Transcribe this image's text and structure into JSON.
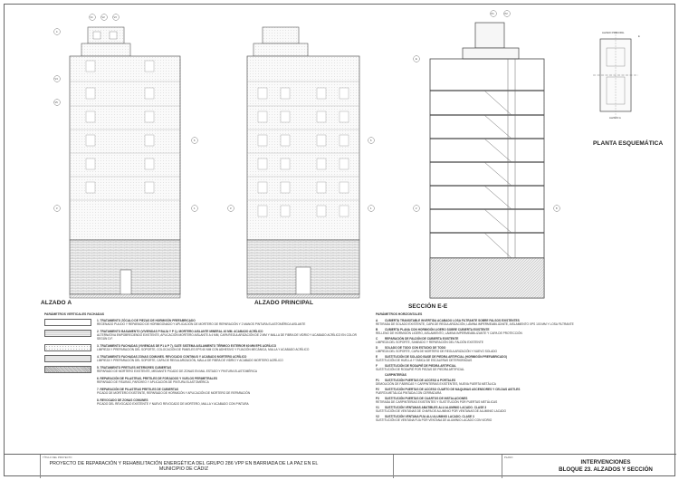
{
  "drawing_labels": {
    "alzado_a": "ALZADO A",
    "alzado_principal": "ALZADO PRINCIPAL",
    "seccion_ee": "SECCIÓN E-E",
    "planta_esquematica": "PLANTA ESQUEMÁTICA",
    "alzado_principal_small": "ALZADO PRINCIPAL",
    "alzado_a_small": "ALZADO A",
    "plan_marker": "E"
  },
  "markers": {
    "numbers": [
      "1",
      "2",
      "3",
      "4",
      "5",
      "6",
      "7",
      "8",
      "9",
      "10"
    ],
    "v_codes": [
      "V1",
      "V2",
      "V3",
      "V4",
      "V5"
    ],
    "p_codes": [
      "P1",
      "P2",
      "P3"
    ]
  },
  "legend_left": {
    "heading": "PARÁMETROS VERTICALES FACHADAS",
    "items": [
      {
        "title": "1. TRATAMIENTO ZÓCALO DE PIEZAS DE HORMIGÓN PREFABRICADO",
        "desc": "REGENADO PULIDO Y REPARADO DE HORMIGONADO Y APLICACIÓN DE MORTERO DE REPARACIÓN Y 2 MANOS PINTURA ELASTOMÉRICA AISLANTE"
      },
      {
        "title": "2. TRATAMIENTO BASAMENTO (VIVIENDAS P BAJA Y P 1). MORTERO AISLANTE MINERAL 40 MM. ACABADO ACRÍLICO",
        "desc": "ALTERNATIVA EMPOBRECIENDO EXISTENTE, APLICACIÓN MORTERO AISLANTE A 4 MM, CAPA REGULARIZACIÓN DE 2 MM Y MALLA DE FIBRA DE VIDRIO Y ACABADO ACRÍLICO EN COLOR SEGÚN D.F."
      },
      {
        "title": "3. TRATAMIENTO FACHADAS (VIVIENDAS DE P1 A P 7). SATE SISTEMA AISLAMIENTO TÉRMICO EXTERIOR 60 MM EPS ACRÍLICO",
        "desc": "LIMPIEZA Y PREPARACIÓN DEL SOPORTE, COLOCACIÓN DE PANELES EPS 60 MM CON ADHESIVO Y FIJACIÓN MECÁNICA, MALLA Y ACABADO ACRÍLICO"
      },
      {
        "title": "4. TRATAMIENTO FACHADAS ZONAS COMUNES. REVOCADO CONTINUO Y ACABADO MORTERO ACRÍLICO",
        "desc": "LIMPIEZA Y PREPARACIÓN DEL SOPORTE, CAPA DE REGULARIZACIÓN, MALLA DE FIBRA DE VIDRIO Y ACABADO MORTERO ACRÍLICO"
      },
      {
        "title": "5. TRATAMIENTO PRETILES INTERIORES CUBIERTAS",
        "desc": "REPARADO DE MORTERO EXISTENTE, MEDIANTE PICADO DE ZONAS EN MAL ESTADO Y PINTURA ELASTOMÉRICA"
      },
      {
        "title": "6. REPARACIÓN DE PILASTRAS, PRETILES DE FORJADOS Y VUELOS PERIMETRALES",
        "desc": "REPARADO DE FISURAS, PARCHEO Y APLICACIÓN DE PINTURA ELASTOMÉRICA"
      },
      {
        "title": "7. REPARACIÓN DE PILASTRAS PRETILES DE CUBIERTAS",
        "desc": "PICADO DE MORTERO EXISTENTE, REPARADO DE HORMIGÓN Y APLICACIÓN DE MORTERO DE REPARACIÓN"
      },
      {
        "title": "8. REVOCADO DE ZONAS COMUNES",
        "desc": "PICADO DEL REVOCADO EXISTENTE Y NUEVO REVOCADO DE MORTERO, MALLA Y ACABADO CON PINTURA"
      }
    ]
  },
  "legend_right": {
    "heading": "PARÁMETROS HORIZONTALES",
    "items": [
      {
        "code": "A",
        "title": "CUBIERTA TRANSITABLE INVERTIDA ACABADO LOSA FILTRANTE SOBRE FALSOS EXISTENTES",
        "desc": "RETIRADA DE SOLADO EXISTENTE, CAPA DE REGULARIZACIÓN, LÁMINA IMPERMEABILIZANTE, AISLAMIENTO XPS 100 MM Y LOSA FILTRANTE"
      },
      {
        "code": "B",
        "title": "CUBIERTA PLANA CON HORMIGÓN LIGERO SOBRE CUBIERTA EXISTENTE",
        "desc": "RELLENO DE HORMIGÓN LIGERO, AISLAMIENTO, LÁMINA IMPERMEABILIZANTE Y CAPA DE PROTECCIÓN"
      },
      {
        "code": "C",
        "title": "REPARACIÓN DE FALDÓN DE CUBIERTA EXISTENTE",
        "desc": "LIMPIEZA DEL SOPORTE, SANEADO Y REPARACIÓN DEL FALDÓN EXISTENTE"
      },
      {
        "code": "D",
        "title": "SOLADO DE TODO CON ESTUDIO DE TODO",
        "desc": "LIMPIEZA DEL SOPORTE, CAPA DE MORTERO DE REGULARIZACIÓN Y NUEVO SOLADO"
      },
      {
        "code": "E",
        "title": "SUSTITUCIÓN DE SOLADO BASE DE PIEDRA ARTIFICIAL (HORMIGÓN PREFABRICADO)",
        "desc": "SUSTITUCIÓN DE HUELLA Y TABICA DE ESCALERAS DETERIORADAS"
      },
      {
        "code": "F",
        "title": "SUSTITUCIÓN DE RODAPIÉ DE PIEDRA ARTIFICIAL",
        "desc": "SUSTITUCIÓN DE RODAPIÉ POR PIEZAS DE PIEDRA ARTIFICIAL"
      },
      {
        "code": "",
        "title": "CARPINTERÍAS",
        "desc": ""
      },
      {
        "code": "P1",
        "title": "SUSTITUCIÓN PUERTAS DE ACCESO A PORTALES",
        "desc": "DEMOLICIÓN DE FÁBRICAS Y CARPINTERÍAS EXISTENTES, NUEVA PUERTA METÁLICA"
      },
      {
        "code": "P2",
        "title": "SUSTITUCIÓN PUERTAS DE ACCESO CUARTO DE MAQUINAS ASCENSORES Y CELDAS AISTLES",
        "desc": "PUERTA METÁLICA PINTADA CON CERRADURA"
      },
      {
        "code": "P3",
        "title": "SUSTITUCIÓN PUERTAS DE CUARTOS DE INSTALACIONES",
        "desc": "RETIRADA DE CARPINTERÍAS EXISTENTES Y SUSTITUCIÓN POR PUERTAS METÁLICAS"
      },
      {
        "code": "V1",
        "title": "SUSTITUCIÓN VENTANAS ABATIBLES ALU ALUMINIO LACADO. CLASE 3",
        "desc": "SUSTITUCIÓN DE VENTANAS DE CHAPA DE ALUMINIO POR VENTANAS DE ALUMINIO LACADO"
      },
      {
        "code": "V2",
        "title": "SUSTITUCIÓN VENTANA FIJA ALU ALUMINIO LACADO. CLASE 3",
        "desc": "SUSTITUCIÓN DE VENTANA FIJA POR VENTANA DE ALUMINIO LACADO CON VIDRIO"
      }
    ]
  },
  "title_block": {
    "caption_project": "TÍTULO DEL PROYECTO",
    "project": "PROYECTO DE REPARACIÓN Y REHABILITACIÓN ENERGÉTICA DEL GRUPO 286 VPP EN BARRIADA DE LA PAZ EN EL MUNICIPIO DE CÁDIZ",
    "caption_plan": "PLANO",
    "title_line1": "INTERVENCIONES",
    "title_line2": "BLOQUE 23. ALZADOS Y SECCIÓN"
  }
}
